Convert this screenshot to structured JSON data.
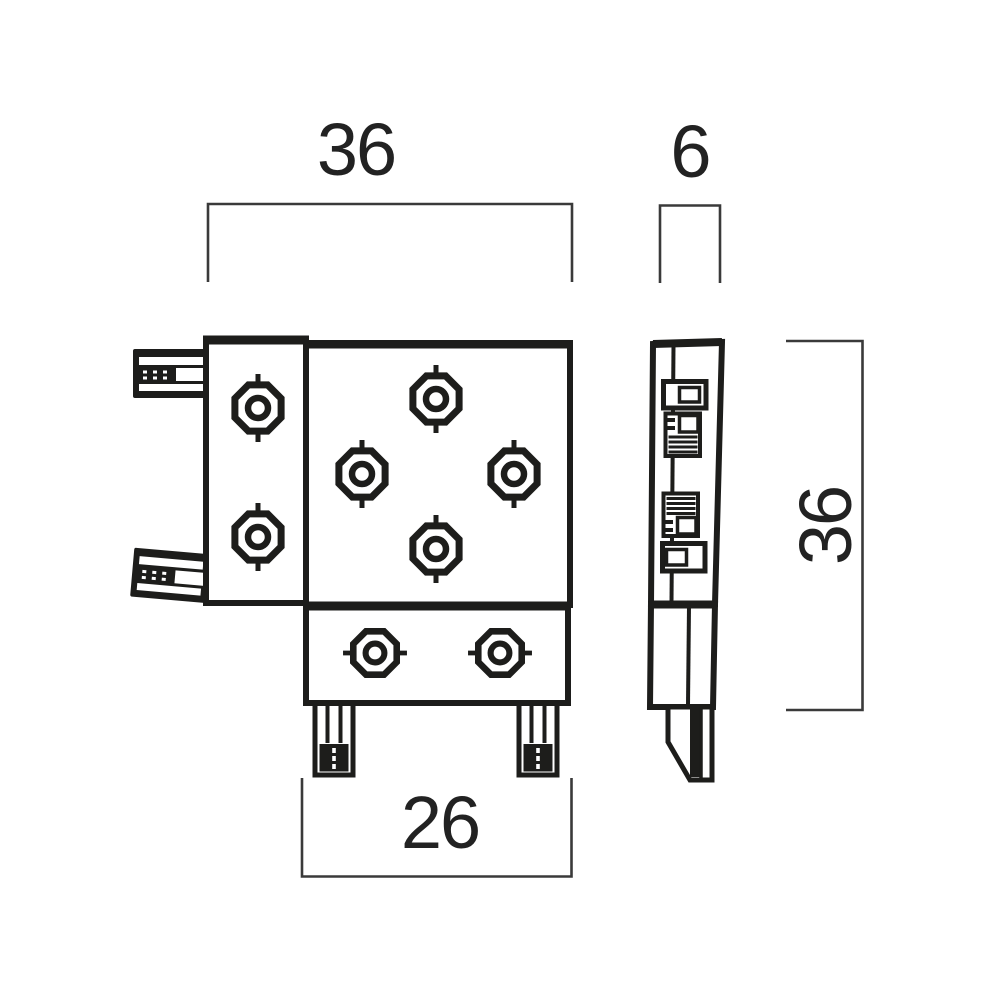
{
  "page": {
    "background": "#ffffff"
  },
  "drawing": {
    "kind": "technical-dimension-drawing",
    "views": {
      "front": {
        "parts": [
          "connector-plug-top",
          "connector-plug-bottom",
          "left-block",
          "main-plate",
          "bottom-block",
          "mounting-pin-left",
          "mounting-pin-right"
        ],
        "screw_count": 8
      },
      "side": {
        "parts": [
          "body",
          "contact-group-upper",
          "contact-group-lower",
          "bottom-block",
          "tip-pin"
        ]
      }
    },
    "dimensions": {
      "front_width": "36",
      "side_depth": "6",
      "height": "36",
      "bottom_width": "26"
    },
    "colors": {
      "line": "#1d1d1b",
      "dimension": "#3a3a3a",
      "background": "#ffffff"
    }
  }
}
